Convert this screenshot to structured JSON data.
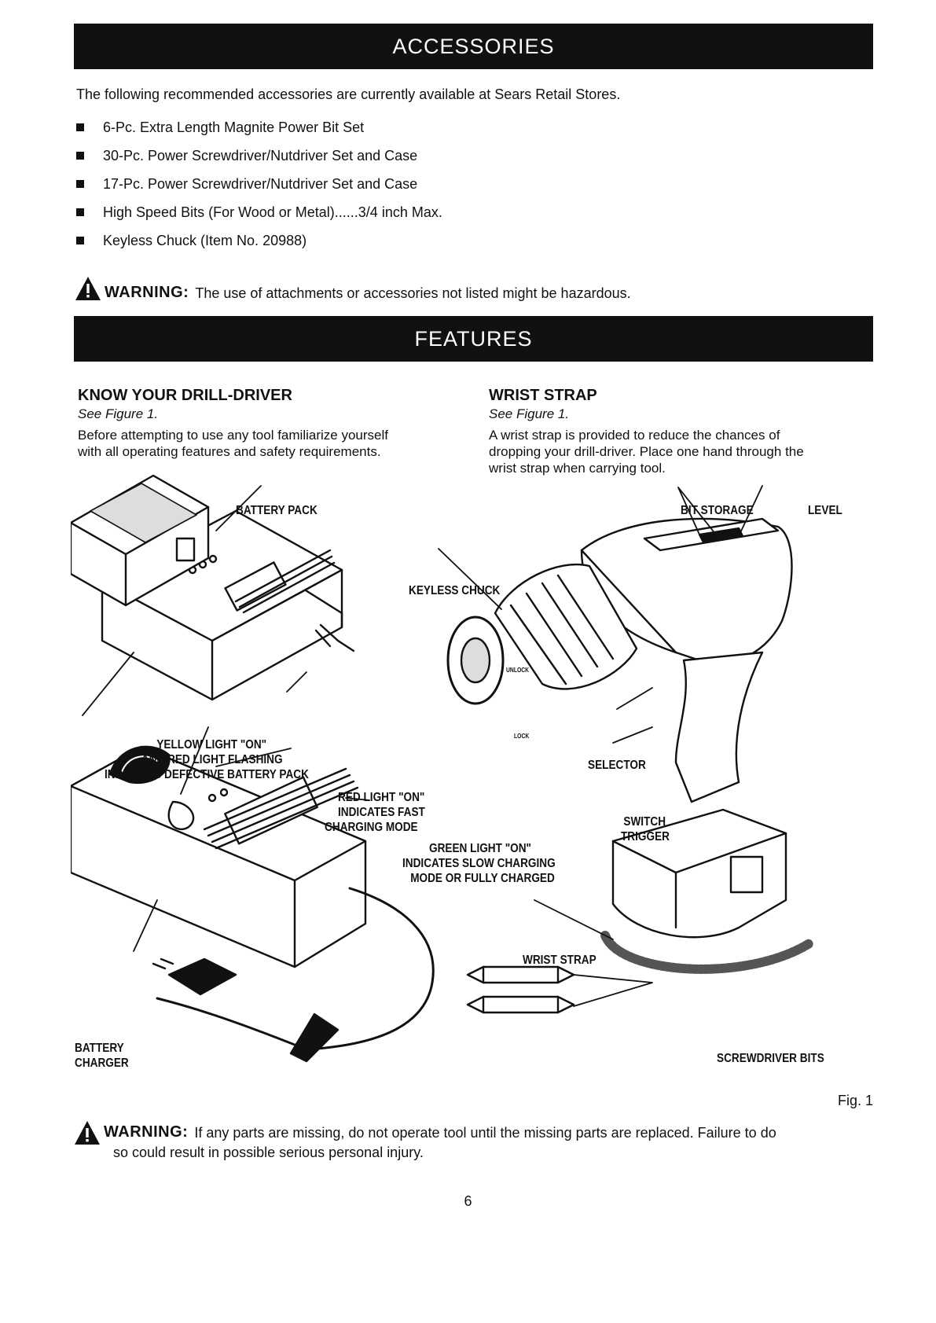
{
  "accessories": {
    "header": "ACCESSORIES",
    "intro": "The following recommended accessories are currently available at Sears Retail Stores.",
    "items": [
      "6-Pc. Extra Length Magnite Power Bit Set",
      "30-Pc. Power Screwdriver/Nutdriver Set and Case",
      "17-Pc. Power Screwdriver/Nutdriver Set and Case",
      "High Speed Bits (For Wood or Metal)......3/4 inch Max.",
      "Keyless Chuck (Item No. 20988)"
    ],
    "warning_label": "WARNING:",
    "warning_text": "The use of attachments or accessories not listed might be hazardous."
  },
  "features": {
    "header": "FEATURES",
    "know": {
      "title": "KNOW YOUR DRILL-DRIVER",
      "see": "See Figure 1.",
      "line1": "Before attempting to use any tool familiarize yourself",
      "line2": "with all operating features and safety requirements."
    },
    "wrist": {
      "title": "WRIST STRAP",
      "see": "See Figure 1.",
      "line1": "A wrist strap is provided to reduce the chances of",
      "line2": "dropping your drill-driver. Place one hand through the",
      "line3": "wrist strap when carrying tool."
    }
  },
  "figure": {
    "labels": {
      "battery_pack": "BATTERY PACK",
      "bit_storage": "BIT STORAGE",
      "level": "LEVEL",
      "keyless_chuck": "KEYLESS CHUCK",
      "yellow_1": "YELLOW  LIGHT \"ON\"",
      "yellow_2": "AND RED LIGHT FLASHING",
      "yellow_3": "INDICATES DEFECTIVE BATTERY PACK",
      "selector": "SELECTOR",
      "red_1": "RED LIGHT \"ON\"",
      "red_2": "INDICATES FAST",
      "red_3": "CHARGING MODE",
      "switch_1": "SWITCH",
      "switch_2": "TRIGGER",
      "green_1": "GREEN LIGHT \"ON\"",
      "green_2": "INDICATES SLOW CHARGING",
      "green_3": "MODE OR FULLY CHARGED",
      "wrist_strap": "WRIST STRAP",
      "battery_1": "BATTERY",
      "battery_2": "CHARGER",
      "screwdriver_bits": "SCREWDRIVER BITS",
      "chuck_unlock": "UNLOCK",
      "chuck_lock": "LOCK"
    },
    "number": "Fig. 1"
  },
  "bottom_warning": {
    "label": "WARNING:",
    "line1": "If any parts are missing, do not operate tool until the missing parts are replaced. Failure to do",
    "line2": "so could result in possible serious personal injury."
  },
  "page_number": "6"
}
